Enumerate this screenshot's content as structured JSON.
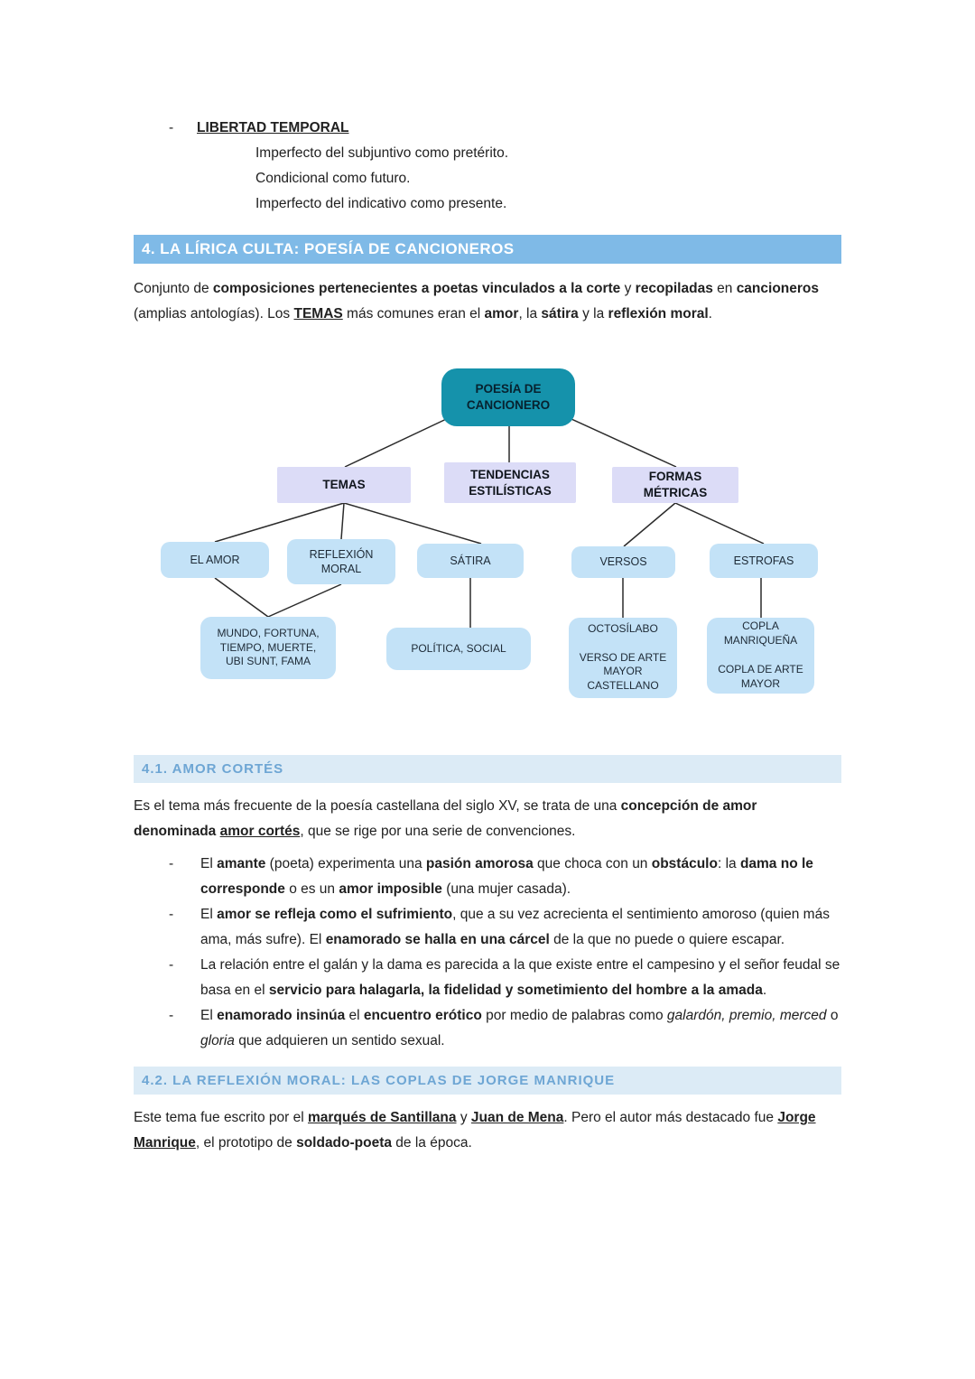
{
  "colors": {
    "teal": "#1592ab",
    "lavender": "#dcdcf7",
    "lightblue": "#c3e2f7",
    "band": "#7fbae7",
    "subband-bg": "#dcebf6",
    "subband-text": "#6ea6d4"
  },
  "intro_bullet": {
    "dash": "-",
    "title": "LIBERTAD TEMPORAL",
    "sub_items": [
      "Imperfecto del subjuntivo como pretérito.",
      "Condicional como futuro.",
      "Imperfecto del indicativo como presente."
    ]
  },
  "section4": {
    "header": "4. LA LÍRICA CULTA: POESÍA DE CANCIONEROS",
    "intro": [
      {
        "t": "Conjunto de "
      },
      {
        "t": "composiciones pertenecientes a poetas vinculados a la corte",
        "b": 1
      },
      {
        "t": " y "
      },
      {
        "t": "recopiladas",
        "b": 1
      },
      {
        "t": " en "
      },
      {
        "t": "cancioneros",
        "b": 1
      },
      {
        "t": " (amplias antologías). Los "
      },
      {
        "t": "TEMAS",
        "b": 1,
        "u": 1
      },
      {
        "t": " más comunes eran el "
      },
      {
        "t": "amor",
        "b": 1
      },
      {
        "t": ", la "
      },
      {
        "t": "sátira",
        "b": 1
      },
      {
        "t": " y la "
      },
      {
        "t": "reflexión moral",
        "b": 1
      },
      {
        "t": "."
      }
    ]
  },
  "diagram": {
    "root": {
      "label": "POESÍA DE\nCANCIONERO"
    },
    "temas": {
      "label": "TEMAS"
    },
    "tendencias": {
      "label": "TENDENCIAS\nESTILÍSTICAS"
    },
    "formas": {
      "label": "FORMAS MÉTRICAS"
    },
    "amor": {
      "label": "EL AMOR"
    },
    "reflexion": {
      "label": "REFLEXIÓN\nMORAL"
    },
    "satira": {
      "label": "SÁTIRA"
    },
    "versos": {
      "label": "VERSOS"
    },
    "estrofas": {
      "label": "ESTROFAS"
    },
    "mundo": {
      "label": "MUNDO, FORTUNA,\nTIEMPO, MUERTE,\nUBI SUNT, FAMA"
    },
    "politica": {
      "label": "POLÍTICA, SOCIAL"
    },
    "octosilabo": {
      "label": "OCTOSÍLABO\n\nVERSO DE ARTE\nMAYOR\nCASTELLANO"
    },
    "copla": {
      "label": "COPLA\nMANRIQUEÑA\n\nCOPLA DE ARTE\nMAYOR"
    }
  },
  "section41": {
    "header": "4.1. AMOR CORTÉS",
    "intro": [
      {
        "t": "Es el tema más frecuente de la poesía castellana del siglo XV, se trata de una "
      },
      {
        "t": "concepción de amor denominada ",
        "b": 1
      },
      {
        "t": "amor cortés",
        "b": 1,
        "u": 1
      },
      {
        "t": ", que se rige por una serie de convenciones."
      }
    ],
    "bullet_dash": "-",
    "bullets": [
      [
        {
          "t": "El "
        },
        {
          "t": "amante",
          "b": 1
        },
        {
          "t": " (poeta) experimenta una "
        },
        {
          "t": "pasión amorosa",
          "b": 1
        },
        {
          "t": " que choca con un "
        },
        {
          "t": "obstáculo",
          "b": 1
        },
        {
          "t": ": la "
        },
        {
          "t": "dama no le corresponde",
          "b": 1
        },
        {
          "t": " o es un "
        },
        {
          "t": "amor imposible",
          "b": 1
        },
        {
          "t": " (una mujer casada)."
        }
      ],
      [
        {
          "t": "El "
        },
        {
          "t": "amor se refleja como el sufrimiento",
          "b": 1
        },
        {
          "t": ", que a su vez acrecienta el sentimiento amoroso (quien más ama, más sufre). El "
        },
        {
          "t": "enamorado se halla en una cárcel",
          "b": 1
        },
        {
          "t": " de la que no puede o quiere escapar."
        }
      ],
      [
        {
          "t": "La relación entre el galán y la dama es parecida a la que existe entre el campesino y el señor feudal se basa en el "
        },
        {
          "t": "servicio para halagarla, la fidelidad y sometimiento del hombre a la amada",
          "b": 1
        },
        {
          "t": "."
        }
      ],
      [
        {
          "t": "El "
        },
        {
          "t": "enamorado insinúa",
          "b": 1
        },
        {
          "t": " el "
        },
        {
          "t": "encuentro erótico",
          "b": 1
        },
        {
          "t": " por medio de palabras como "
        },
        {
          "t": "galardón, premio, merced",
          "i": 1
        },
        {
          "t": " o "
        },
        {
          "t": "gloria",
          "i": 1
        },
        {
          "t": " que adquieren un sentido sexual."
        }
      ]
    ]
  },
  "section42": {
    "header": "4.2. LA REFLEXIÓN MORAL: LAS COPLAS DE JORGE MANRIQUE",
    "intro": [
      {
        "t": "Este tema fue escrito por el "
      },
      {
        "t": "marqués de Santillana",
        "b": 1,
        "u": 1
      },
      {
        "t": " y "
      },
      {
        "t": "Juan de Mena",
        "b": 1,
        "u": 1
      },
      {
        "t": ". Pero el autor más destacado fue "
      },
      {
        "t": "Jorge Manrique",
        "b": 1,
        "u": 1
      },
      {
        "t": ", el prototipo de "
      },
      {
        "t": "soldado-poeta",
        "b": 1
      },
      {
        "t": " de la época."
      }
    ]
  }
}
